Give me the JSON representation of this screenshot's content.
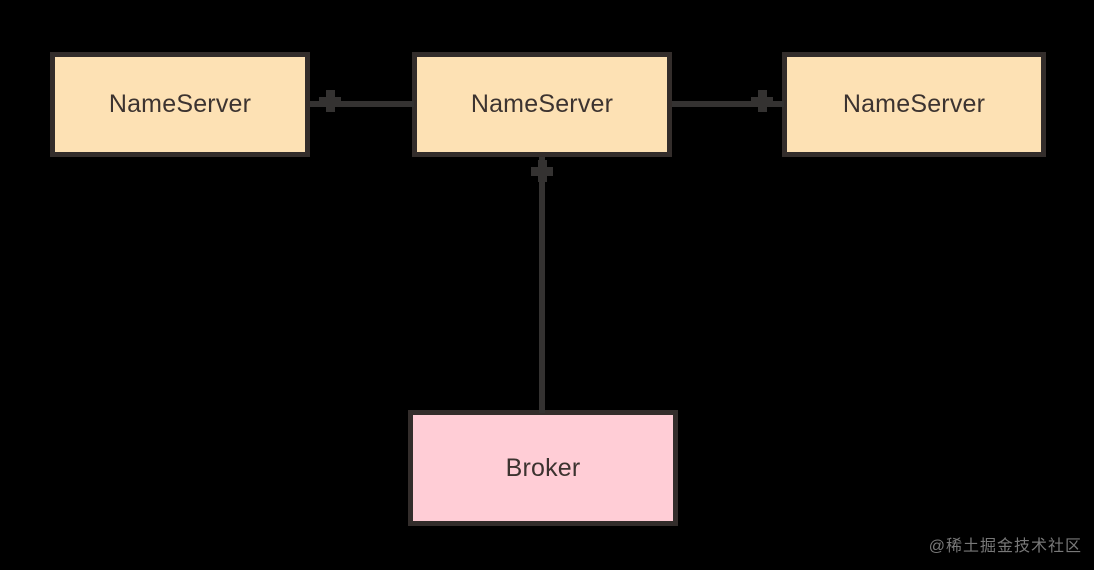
{
  "diagram": {
    "type": "architecture-block-diagram",
    "background_color": "#000000",
    "nodes": [
      {
        "id": "ns1",
        "label": "NameServer",
        "fill_color": "#fde1b4",
        "border_color": "#332d2b",
        "text_color": "#3c3330"
      },
      {
        "id": "ns2",
        "label": "NameServer",
        "fill_color": "#fde1b4",
        "border_color": "#332d2b",
        "text_color": "#3c3330"
      },
      {
        "id": "ns3",
        "label": "NameServer",
        "fill_color": "#fde1b4",
        "border_color": "#332d2b",
        "text_color": "#3c3330"
      },
      {
        "id": "broker",
        "label": "Broker",
        "fill_color": "#ffcdd6",
        "border_color": "#332d2b",
        "text_color": "#3c3330"
      }
    ],
    "edges": [
      {
        "id": "edge-ns1-ns2",
        "from": "ns1",
        "to": "ns2",
        "orientation": "horizontal",
        "color": "#343231",
        "marker": "plus"
      },
      {
        "id": "edge-ns2-ns3",
        "from": "ns2",
        "to": "ns3",
        "orientation": "horizontal",
        "color": "#343231",
        "marker": "plus"
      },
      {
        "id": "edge-broker-ns2",
        "from": "broker",
        "to": "ns2",
        "orientation": "vertical",
        "color": "#343231",
        "marker": "plus"
      }
    ]
  },
  "watermark": {
    "text": "@稀土掘金技术社区",
    "color": "#8e8e8e"
  }
}
